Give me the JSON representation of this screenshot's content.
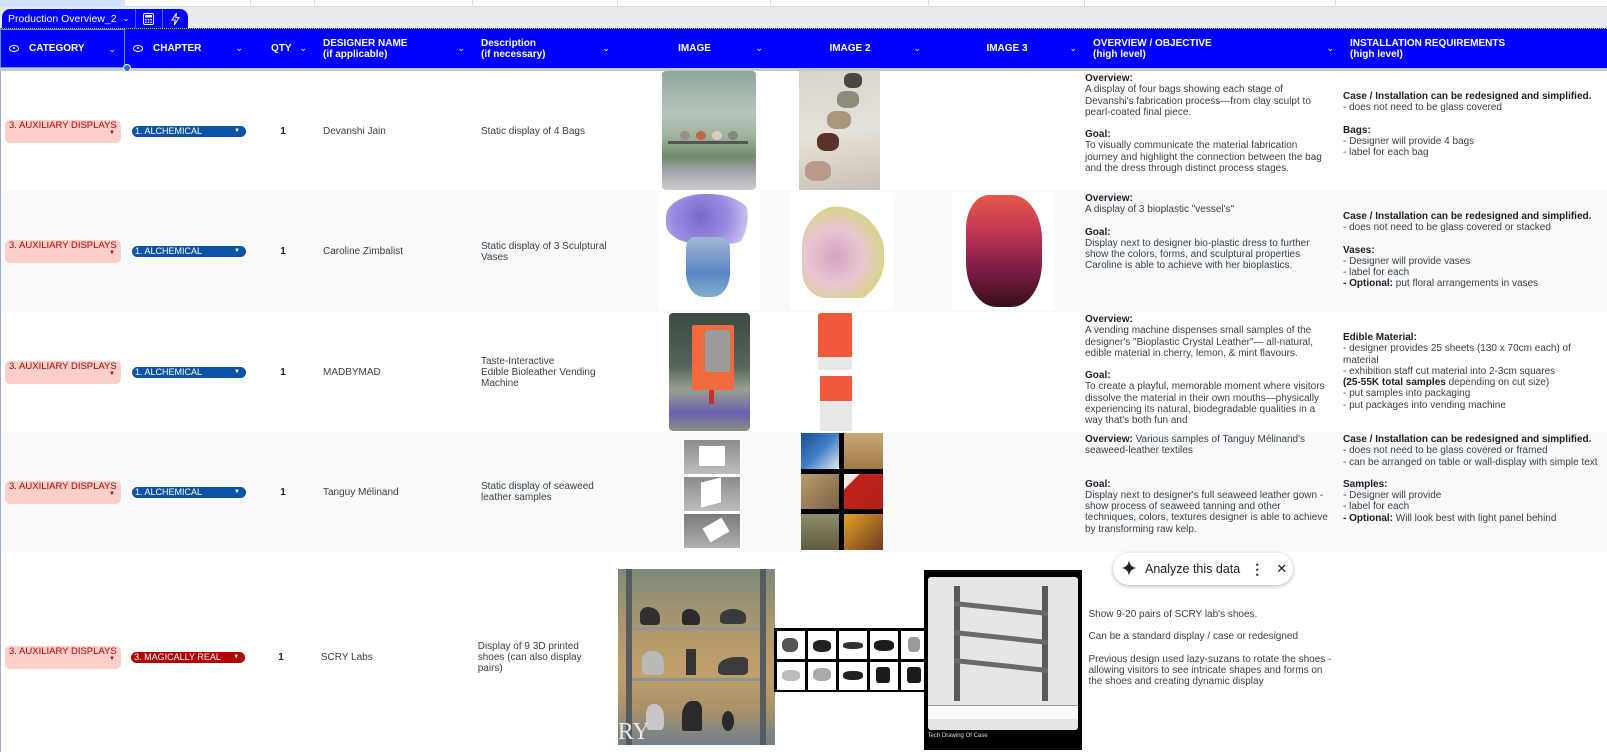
{
  "app": {
    "table_tab": {
      "name": "Production Overview_2",
      "icons": [
        "chevron-down-icon",
        "calculator-icon",
        "bolt-icon"
      ]
    }
  },
  "columns": [
    {
      "key": "category",
      "label": "CATEGORY",
      "sub": ""
    },
    {
      "key": "chapter",
      "label": "CHAPTER",
      "sub": ""
    },
    {
      "key": "qty",
      "label": "QTY",
      "sub": ""
    },
    {
      "key": "designer",
      "label": "DESIGNER NAME",
      "sub": "(if applicable)"
    },
    {
      "key": "description",
      "label": "Description",
      "sub": "(if necessary)"
    },
    {
      "key": "image",
      "label": "IMAGE",
      "sub": ""
    },
    {
      "key": "image2",
      "label": "IMAGE 2",
      "sub": ""
    },
    {
      "key": "image3",
      "label": "IMAGE 3",
      "sub": ""
    },
    {
      "key": "overview",
      "label": "OVERVIEW / OBJECTIVE",
      "sub": "(high level)"
    },
    {
      "key": "install",
      "label": "INSTALLATION REQUIREMENTS",
      "sub": "(high level)"
    }
  ],
  "colors": {
    "header_bg": "#0000ff",
    "category_chip_bg": "#ffcfc9",
    "category_chip_text": "#b10202",
    "chapter_alchemical": "#0a53a8",
    "chapter_magically_real": "#b10202"
  },
  "rows": [
    {
      "category": "3. AUXILIARY DISPLAYS",
      "chapter": "1. ALCHEMICAL",
      "chapter_color": "#0a53a8",
      "qty": "1",
      "designer": "Devanshi Jain",
      "description": "Static display of 4 Bags",
      "images": [
        "bags-display-render",
        "four-bags-photo",
        ""
      ],
      "overview": [
        {
          "b": "Overview:",
          "t": ""
        },
        {
          "b": "",
          "t": "A display of four bags showing each stage of Devanshi's fabrication process—from clay sculpt to pearl-coated final piece."
        },
        {
          "gap": true
        },
        {
          "b": "Goal:",
          "t": ""
        },
        {
          "b": "",
          "t": "To visually communicate the material fabrication journey and highlight the connection between the bag and the dress through distinct process stages."
        }
      ],
      "install": [
        {
          "gap": true
        },
        {
          "b": "Case / Installation can be redesigned and simplified.",
          "t": ""
        },
        {
          "b": "",
          "t": "- does not need to be glass covered"
        },
        {
          "gap": true
        },
        {
          "b": "Bags:",
          "t": ""
        },
        {
          "b": "",
          "t": "- Designer will provide 4 bags"
        },
        {
          "b": "",
          "t": "- label for each bag"
        }
      ]
    },
    {
      "category": "3. AUXILIARY DISPLAYS",
      "chapter": "1. ALCHEMICAL",
      "chapter_color": "#0a53a8",
      "qty": "1",
      "designer": "Caroline Zimbalist",
      "description": "Static display of 3 Sculptural Vases",
      "images": [
        "purple-vase",
        "pink-yellow-vase",
        "red-vase"
      ],
      "overview": [
        {
          "b": "Overview:",
          "t": ""
        },
        {
          "b": "",
          "t": "A display of 3 bioplastic \"vessel's\""
        },
        {
          "gap": true
        },
        {
          "b": "Goal:",
          "t": ""
        },
        {
          "b": "",
          "t": "Display next to designer bio-plastic dress to further show the colors, forms, and sculptural properties Caroline is able to achieve with her bioplastics."
        }
      ],
      "install": [
        {
          "gap": true
        },
        {
          "b": "Case / Installation can be redesigned and simplified.",
          "t": ""
        },
        {
          "b": "",
          "t": "- does not need to be glass covered or stacked"
        },
        {
          "gap": true
        },
        {
          "b": "Vases:",
          "t": ""
        },
        {
          "b": "",
          "t": "- Designer will provide vases"
        },
        {
          "b": "",
          "t": "- label for each"
        },
        {
          "b": "- Optional:",
          "t": " put floral arrangements in vases"
        }
      ]
    },
    {
      "category": "3. AUXILIARY DISPLAYS",
      "chapter": "1. ALCHEMICAL",
      "chapter_color": "#0a53a8",
      "qty": "1",
      "designer": "MADBYMAD",
      "description": "Taste-Interactive\nEdible Bioleather Vending Machine",
      "images": [
        "vending-machine-render",
        "edible-bioplastic-packaging",
        ""
      ],
      "overview": [
        {
          "b": "Overview:",
          "t": ""
        },
        {
          "b": "",
          "t": "A vending machine dispenses small samples of the designer's \"Bioplastic Crystal Leather\"— all-natural, edible material in cherry, lemon, & mint flavours."
        },
        {
          "gap": true
        },
        {
          "b": "Goal:",
          "t": ""
        },
        {
          "b": "",
          "t": "To create a playful, memorable moment where visitors dissolve the material in their own mouths—physically experiencing its natural, biodegradable qualities in a way that's both fun and"
        }
      ],
      "install": [
        {
          "gap": true
        },
        {
          "b": "Edible Material:",
          "t": ""
        },
        {
          "b": "",
          "t": "- designer provides 25 sheets (130 x 70cm each) of material"
        },
        {
          "b": "",
          "t": "- exhibition staff cut material into 2-3cm squares"
        },
        {
          "b": "(25-55K total samples",
          "t": " depending on cut size)"
        },
        {
          "b": "",
          "t": "- put samples into packaging"
        },
        {
          "b": "",
          "t": "- put packages into vending machine"
        }
      ]
    },
    {
      "category": "3. AUXILIARY DISPLAYS",
      "chapter": "1. ALCHEMICAL",
      "chapter_color": "#0a53a8",
      "qty": "1",
      "designer": "Tanguy Mélinand",
      "description": "Static display of seaweed leather samples",
      "images": [
        "wall-display-renders",
        "seaweed-leather-samples-grid",
        ""
      ],
      "overview": [
        {
          "b": "Overview:",
          "t": " Various samples of Tanguy Mélinand's seaweed-leather textiles"
        },
        {
          "gap": true
        },
        {
          "gap": true
        },
        {
          "b": "Goal:",
          "t": ""
        },
        {
          "b": "",
          "t": "Display next to designer's full seaweed leather gown - show process of seaweed tanning and other techniques, colors, textures designer is able to achieve by transforming raw kelp."
        }
      ],
      "install": [
        {
          "b": "Case / Installation can be redesigned and simplified.",
          "t": ""
        },
        {
          "b": "",
          "t": "- does not need to be glass covered or framed"
        },
        {
          "b": "",
          "t": "- can be arranged on table or wall-display with simple text"
        },
        {
          "gap": true
        },
        {
          "b": "Samples:",
          "t": ""
        },
        {
          "b": "",
          "t": "- Designer will provide"
        },
        {
          "b": "",
          "t": "- label for each"
        },
        {
          "b": "- Optional:",
          "t": " Will look best with light panel behind"
        }
      ]
    },
    {
      "category": "3. AUXILIARY DISPLAYS",
      "chapter": "3. MAGICALLY REAL",
      "chapter_color": "#b10202",
      "qty": "1",
      "designer": "SCRY Labs",
      "description": "Display of 9 3D printed shoes (can also display pairs)",
      "images": [
        "shoe-shelf-render",
        "shoe-grid-photos",
        "technical-drawing-of-case"
      ],
      "image3_caption": "Tech Drawing Of Case",
      "overview": [
        {
          "gap": true
        },
        {
          "gap": true
        },
        {
          "gap": true
        },
        {
          "gap": true
        },
        {
          "gap": true
        },
        {
          "b": "",
          "t": "Show 9-20 pairs of SCRY lab's shoes."
        },
        {
          "gap": true
        },
        {
          "b": "",
          "t": "Can be a standard display / case or redesigned"
        },
        {
          "gap": true
        },
        {
          "b": "",
          "t": "Previous design used lazy-suzans to rotate the shoes - allowing visitors to see intricate shapes and forms on the shoes and creating dynamic display"
        }
      ],
      "install": []
    }
  ],
  "analyze_chip": {
    "label": "Analyze this data",
    "icons": [
      "sparkle-icon",
      "more-vert-icon",
      "close-icon"
    ]
  }
}
